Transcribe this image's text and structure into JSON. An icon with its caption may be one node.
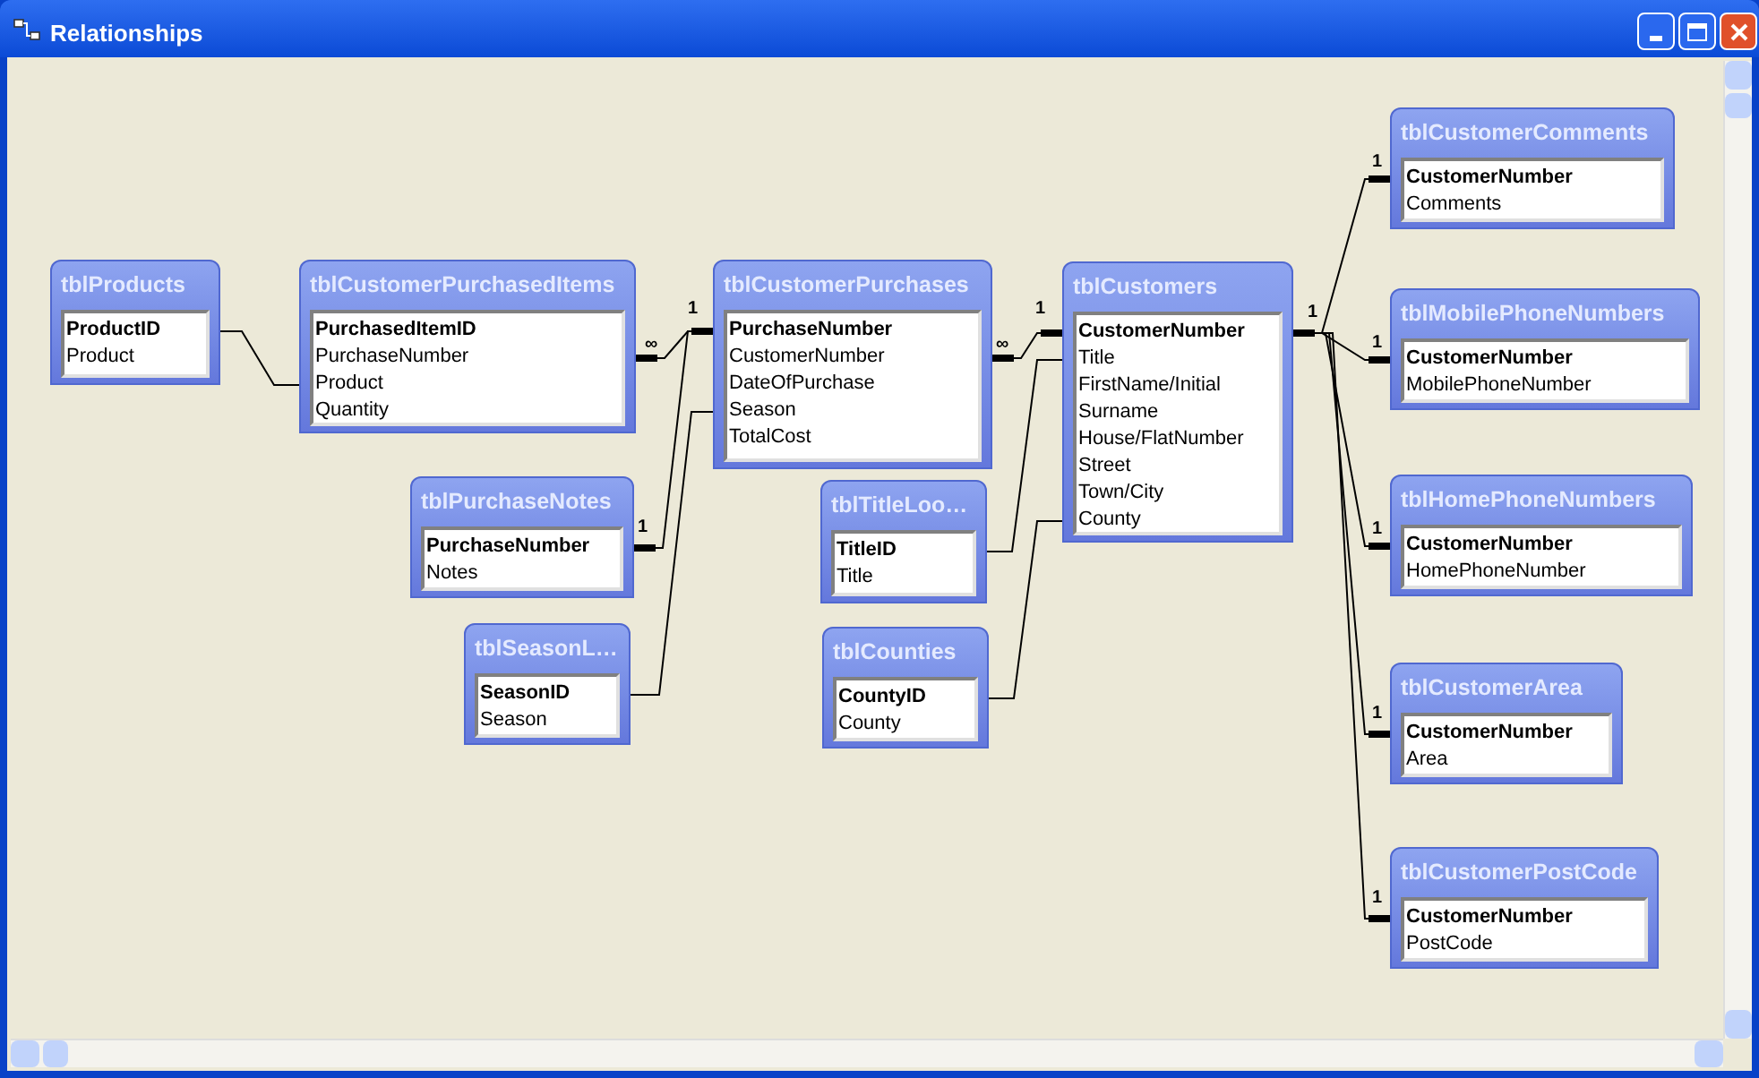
{
  "diagram": {
    "title": "Relationships",
    "nodes": [
      {
        "text": [
          "tblProducts",
          "ProductID",
          "Product"
        ]
      },
      {
        "text": [
          "tblCustomerPurchasedItems",
          "PurchasedItemID",
          "PurchaseNumber",
          "Product",
          "Quantity"
        ]
      },
      {
        "text": [
          "tblCustomerPurchases",
          "PurchaseNumber",
          "CustomerNumber",
          "DateOfPurchase",
          "Season",
          "TotalCost"
        ]
      },
      {
        "text": [
          "tblCustomers",
          "CustomerNumber",
          "Title",
          "FirstName/Initial",
          "Surname",
          "House/FlatNumber",
          "Street",
          "Town/City",
          "County"
        ]
      },
      {
        "text": [
          "tblCustomerComments",
          "CustomerNumber",
          "Comments"
        ]
      },
      {
        "text": [
          "tblMobilePhoneNumbers",
          "CustomerNumber",
          "MobilePhoneNumber"
        ]
      },
      {
        "text": [
          "tblPurchaseNotes",
          "PurchaseNumber",
          "Notes"
        ]
      },
      {
        "text": [
          "tblTitleLoo…",
          "TitleID",
          "Title"
        ]
      },
      {
        "text": [
          "tblHomePhoneNumbers",
          "CustomerNumber",
          "HomePhoneNumber"
        ]
      },
      {
        "text": [
          "tblSeasonL…",
          "SeasonID",
          "Season"
        ]
      },
      {
        "text": [
          "tblCounties",
          "CountyID",
          "County"
        ]
      },
      {
        "text": [
          "tblCustomerArea",
          "CustomerNumber",
          "Area"
        ]
      },
      {
        "text": [
          "tblCustomerPostCode",
          "CustomerNumber",
          "PostCode"
        ]
      }
    ],
    "edges": [
      {
        "from": 0,
        "to": 1,
        "arrow": "none"
      },
      {
        "from": 1,
        "to": 2,
        "arrow": "other"
      },
      {
        "from": 6,
        "to": 2,
        "arrow": "other"
      },
      {
        "from": 9,
        "to": 2,
        "arrow": "none"
      },
      {
        "from": 2,
        "to": 3,
        "arrow": "other"
      },
      {
        "from": 7,
        "to": 3,
        "arrow": "none"
      },
      {
        "from": 10,
        "to": 3,
        "arrow": "none"
      },
      {
        "from": 3,
        "to": 4,
        "arrow": "other"
      },
      {
        "from": 3,
        "to": 5,
        "arrow": "other"
      },
      {
        "from": 3,
        "to": 8,
        "arrow": "other"
      },
      {
        "from": 3,
        "to": 11,
        "arrow": "other"
      },
      {
        "from": 3,
        "to": 12,
        "arrow": "other"
      }
    ],
    "labels": [
      "1",
      "1",
      "∞",
      "1",
      "∞",
      "1",
      "1",
      "1",
      "1",
      "1",
      "1"
    ]
  }
}
